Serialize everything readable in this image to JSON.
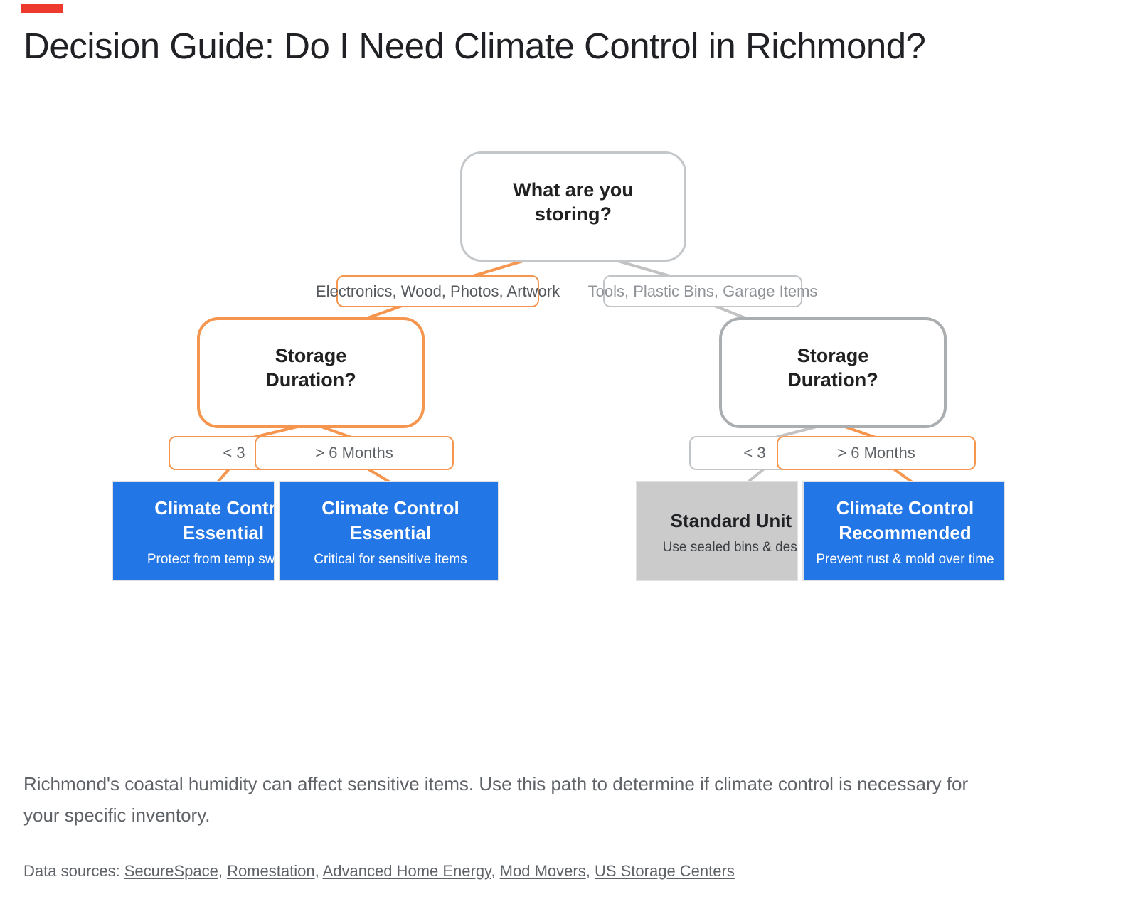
{
  "title": "Decision Guide: Do I Need Climate Control in Richmond?",
  "colors": {
    "accent_orange": "#F5954E",
    "accent_blue": "#2376E5",
    "leaf_gray": "#CBCBCB",
    "indicator_red": "#ED392E"
  },
  "tree": {
    "root": {
      "question": "What are you storing?"
    },
    "branch_labels": {
      "left": "Electronics, Wood, Photos, Artwork",
      "right": "Tools, Plastic Bins, Garage Items"
    },
    "left": {
      "question": "Storage Duration?",
      "edge_short": "< 3",
      "edge_long": "> 6 Months",
      "leaf_short": {
        "title": "Climate Control Essential",
        "subtitle": "Protect from temp swings"
      },
      "leaf_long": {
        "title": "Climate Control Essential",
        "subtitle": "Critical for sensitive items"
      }
    },
    "right": {
      "question": "Storage Duration?",
      "edge_short": "< 3",
      "edge_long": "> 6 Months",
      "leaf_short": {
        "title": "Standard Unit OK",
        "subtitle": "Use sealed bins & desiccant"
      },
      "leaf_long": {
        "title": "Climate Control Recommended",
        "subtitle": "Prevent rust & mold over time"
      }
    }
  },
  "description": {
    "line1": "Richmond's coastal humidity can affect sensitive items. Use this path to determine if climate control is necessary for",
    "line2": "your specific inventory."
  },
  "sources": {
    "prefix": "Data sources:",
    "separator": ", ",
    "links": [
      "SecureSpace",
      "Romestation",
      "Advanced Home Energy",
      "Mod Movers",
      "US Storage Centers"
    ]
  }
}
